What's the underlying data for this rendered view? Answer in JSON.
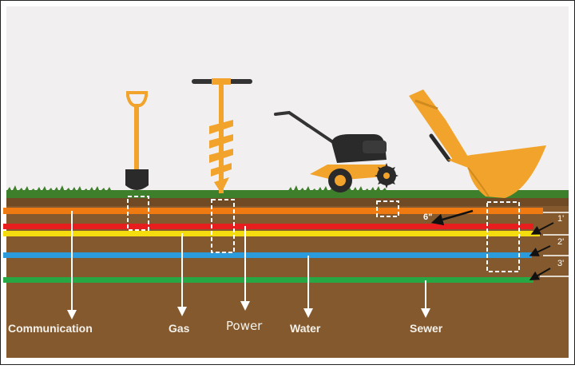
{
  "utility_labels": {
    "communication": "Communication",
    "gas": "Gas",
    "power": "Power",
    "water": "Water",
    "sewer": "Sewer"
  },
  "depth_labels": {
    "six_inch": "6\"",
    "one_ft": "1'",
    "two_ft": "2'",
    "three_ft": "3'"
  },
  "colors": {
    "sky": "#f1efef",
    "soil": "#84592d",
    "grass": "#3e7f2c",
    "communication_line": "#ef7a12",
    "gas_line": "#f4dc0f",
    "power_line": "#e81e1e",
    "water_line": "#2b9bdc",
    "sewer_line": "#27a845",
    "tool_orange": "#f2a32b"
  },
  "icons": [
    "shovel-icon",
    "auger-icon",
    "tiller-icon",
    "excavator-bucket-icon"
  ]
}
